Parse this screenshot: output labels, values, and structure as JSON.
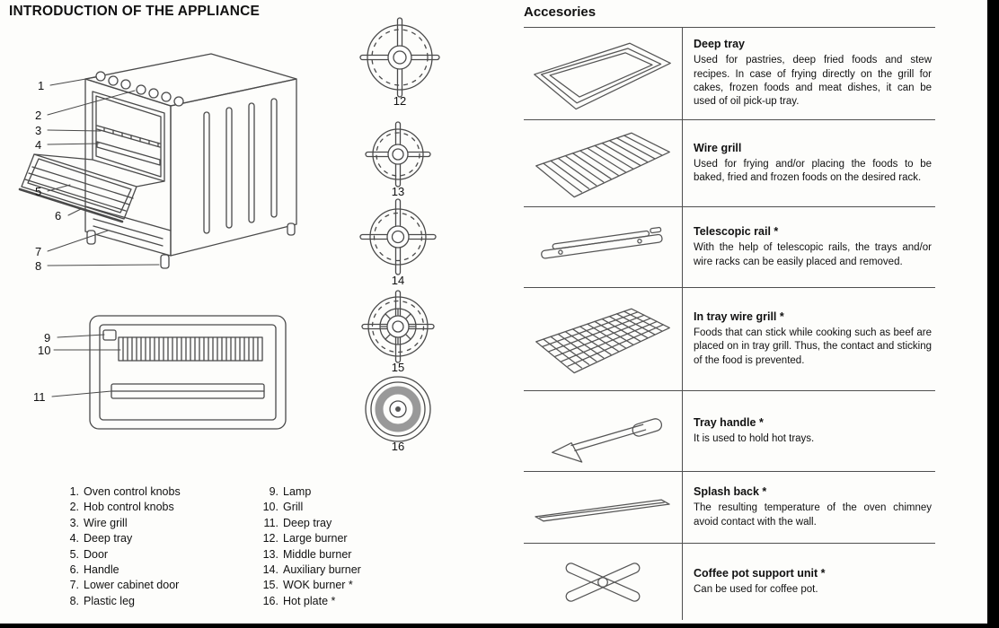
{
  "page": {
    "left_title": "INTRODUCTION OF THE APPLIANCE",
    "right_title": "Accesories"
  },
  "diagram": {
    "oven_callouts": [
      "1",
      "2",
      "3",
      "4",
      "5",
      "6",
      "7",
      "8"
    ],
    "grill_callouts": [
      "9",
      "10",
      "11"
    ],
    "burner_labels": [
      "12",
      "13",
      "14",
      "15",
      "16"
    ]
  },
  "legend": {
    "col1": [
      {
        "num": "1.",
        "label": "Oven control knobs"
      },
      {
        "num": "2.",
        "label": "Hob control knobs"
      },
      {
        "num": "3.",
        "label": "Wire grill"
      },
      {
        "num": "4.",
        "label": "Deep tray"
      },
      {
        "num": "5.",
        "label": "Door"
      },
      {
        "num": "6.",
        "label": "Handle"
      },
      {
        "num": "7.",
        "label": "Lower cabinet door"
      },
      {
        "num": "8.",
        "label": "Plastic leg"
      }
    ],
    "col2": [
      {
        "num": "9.",
        "label": "Lamp"
      },
      {
        "num": "10.",
        "label": "Grill"
      },
      {
        "num": "11.",
        "label": "Deep tray"
      },
      {
        "num": "12.",
        "label": "Large burner"
      },
      {
        "num": "13.",
        "label": "Middle burner"
      },
      {
        "num": "14.",
        "label": "Auxiliary burner"
      },
      {
        "num": "15.",
        "label": "WOK burner *"
      },
      {
        "num": "16.",
        "label": "Hot plate *"
      }
    ]
  },
  "accessories": {
    "rows": [
      {
        "title": "Deep tray",
        "desc": "Used for pastries, deep fried foods and stew recipes. In case of frying directly on the grill for cakes, frozen foods and meat dishes, it can be used of oil pick-up tray."
      },
      {
        "title": "Wire grill",
        "desc": "Used for frying and/or placing the foods to be baked, fried and frozen foods on the desired rack."
      },
      {
        "title": "Telescopic rail *",
        "desc": "With the help of telescopic rails, the trays and/or wire racks can be easily placed and removed."
      },
      {
        "title": "In tray wire grill *",
        "desc": "Foods that can stick while cooking such as beef are placed on in tray grill. Thus, the contact and sticking of the food is prevented."
      },
      {
        "title": "Tray handle *",
        "desc": "It is used to hold hot trays."
      },
      {
        "title": "Splash back *",
        "desc": "The resulting temperature of the oven chimney avoid contact with the wall."
      },
      {
        "title": "Coffee pot support unit *",
        "desc": "Can be used for coffee pot."
      }
    ]
  }
}
